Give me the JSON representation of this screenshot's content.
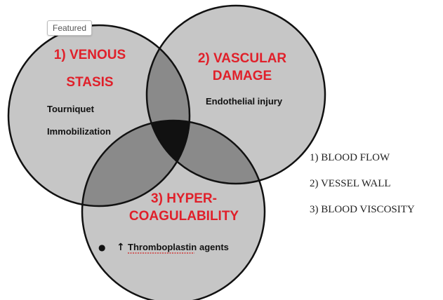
{
  "badge": "Featured",
  "circles": {
    "venous": {
      "title_line1": "1) VENOUS",
      "title_line2": "STASIS",
      "items": [
        "Tourniquet",
        "Immobilization"
      ]
    },
    "vascular": {
      "title_line1": "2) VASCULAR",
      "title_line2": "DAMAGE",
      "items": [
        "Endothelial injury"
      ]
    },
    "hyper": {
      "title_line1": "3) HYPER-",
      "title_line2": "COAGULABILITY",
      "bullet": "●",
      "arrow": "↑",
      "item": "Thromboplastin",
      "item_suffix": "agents"
    }
  },
  "legend": [
    "1) BLOOD FLOW",
    "2) VESSEL WALL",
    "3) BLOOD VISCOSITY"
  ],
  "colors": {
    "circle_fill": "#c6c6c6",
    "pair_overlap": "#8a8a8a",
    "center": "#111111",
    "title": "#e0202a",
    "text": "#111111"
  }
}
